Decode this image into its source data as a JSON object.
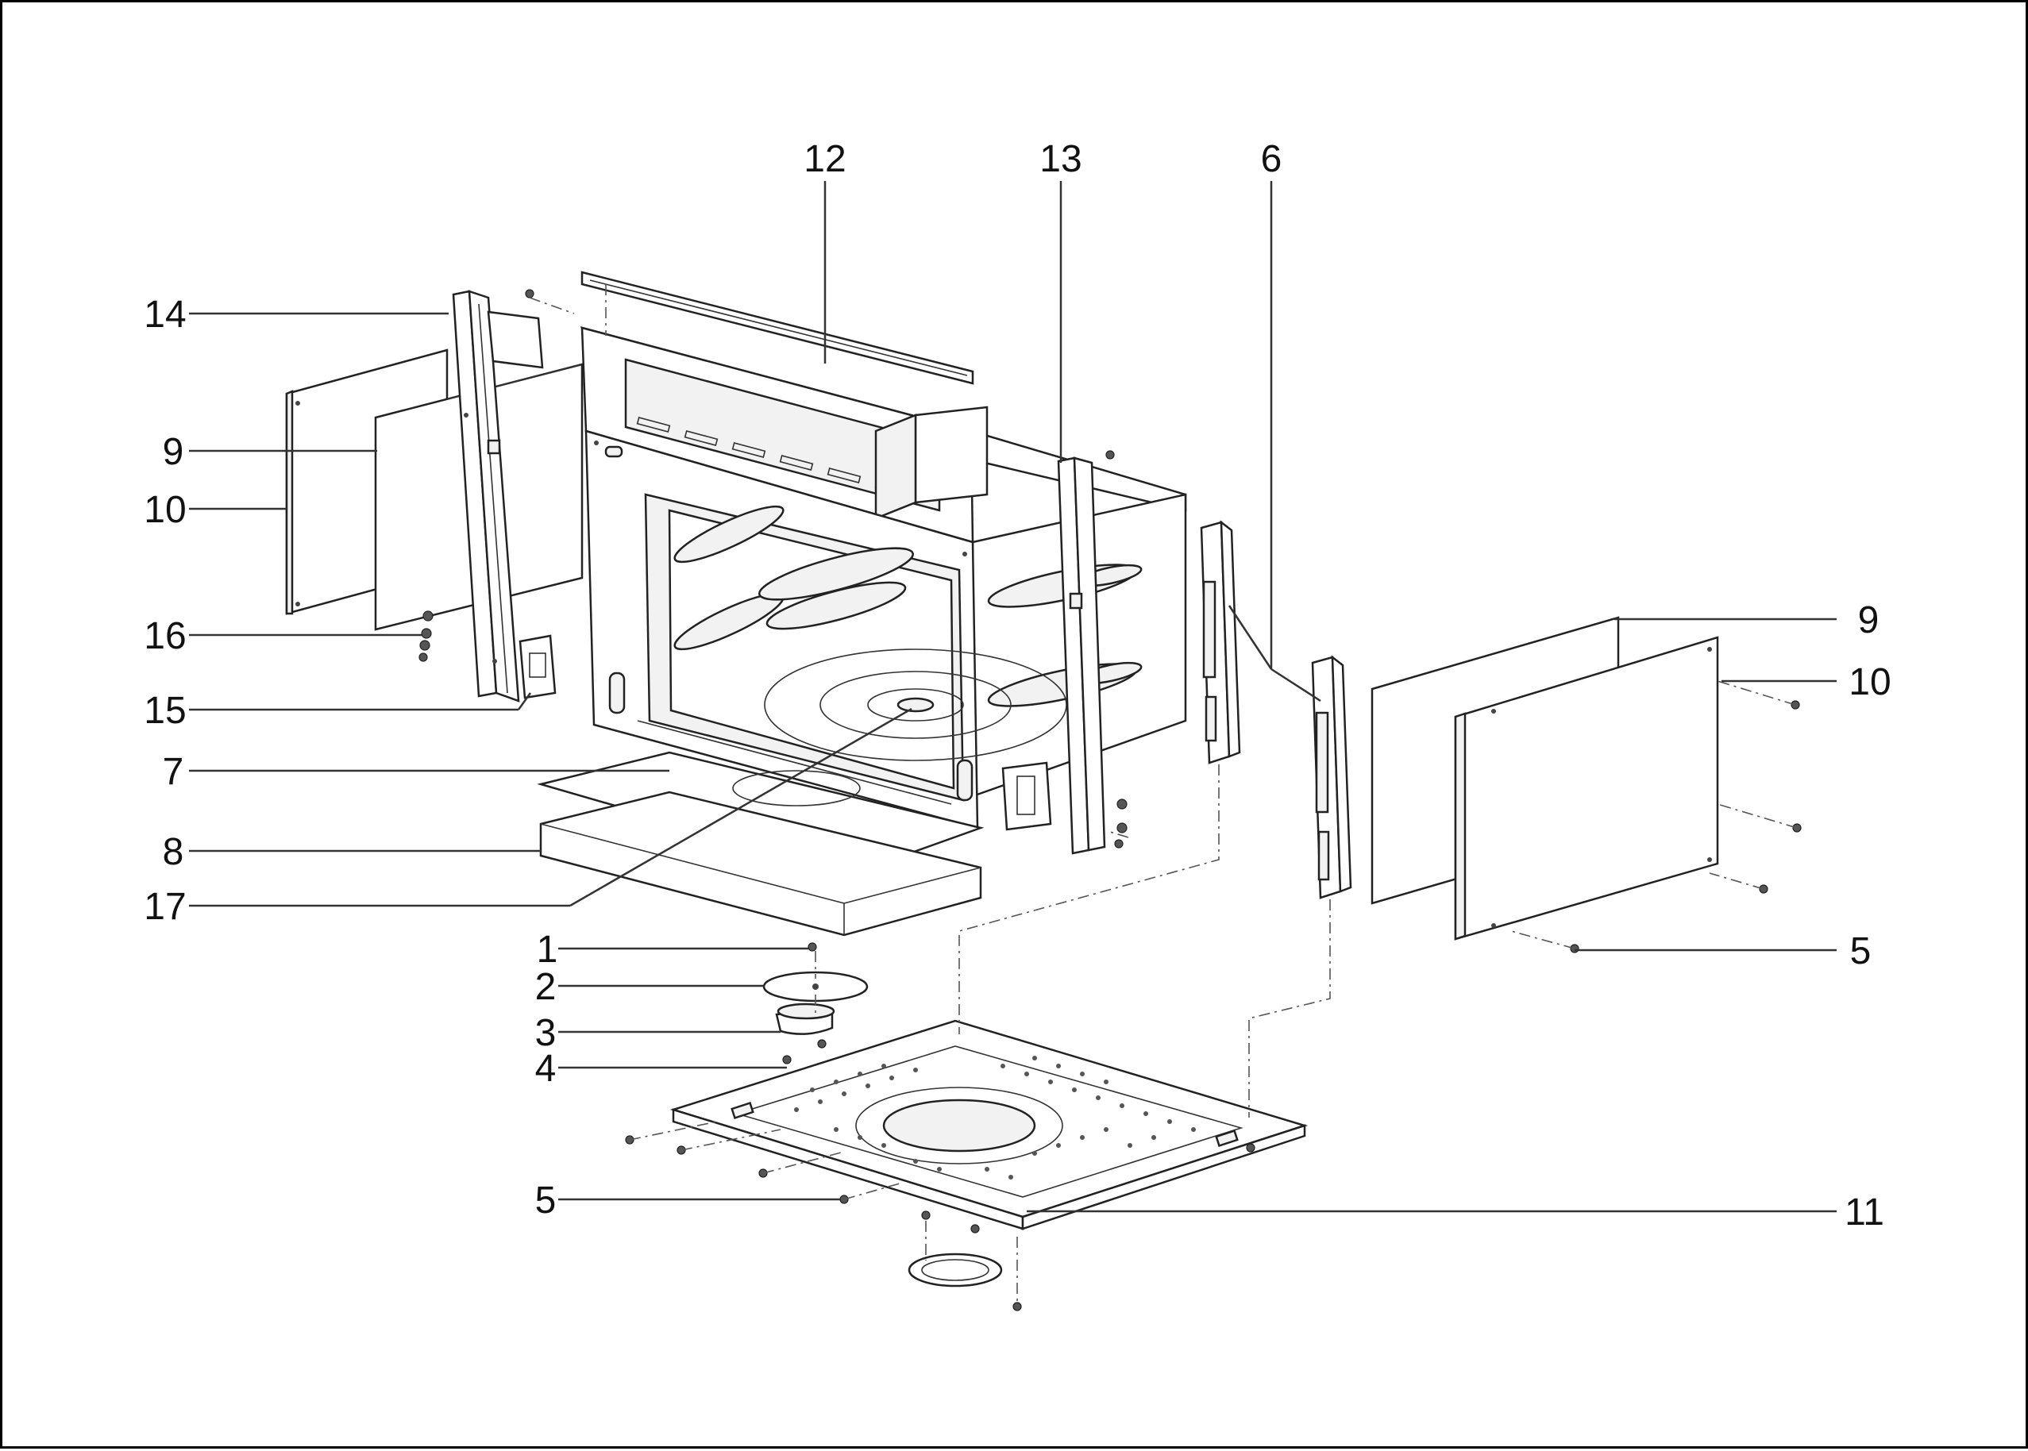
{
  "callouts": [
    {
      "id": "c12",
      "label": "12"
    },
    {
      "id": "c13",
      "label": "13"
    },
    {
      "id": "c6",
      "label": "6"
    },
    {
      "id": "c14",
      "label": "14"
    },
    {
      "id": "c9l",
      "label": "9"
    },
    {
      "id": "c10l",
      "label": "10"
    },
    {
      "id": "c16",
      "label": "16"
    },
    {
      "id": "c15",
      "label": "15"
    },
    {
      "id": "c7",
      "label": "7"
    },
    {
      "id": "c8",
      "label": "8"
    },
    {
      "id": "c17",
      "label": "17"
    },
    {
      "id": "c9r",
      "label": "9"
    },
    {
      "id": "c10r",
      "label": "10"
    },
    {
      "id": "c5r",
      "label": "5"
    },
    {
      "id": "c1",
      "label": "1"
    },
    {
      "id": "c2",
      "label": "2"
    },
    {
      "id": "c3",
      "label": "3"
    },
    {
      "id": "c4",
      "label": "4"
    },
    {
      "id": "c5b",
      "label": "5"
    },
    {
      "id": "c11",
      "label": "11"
    }
  ]
}
